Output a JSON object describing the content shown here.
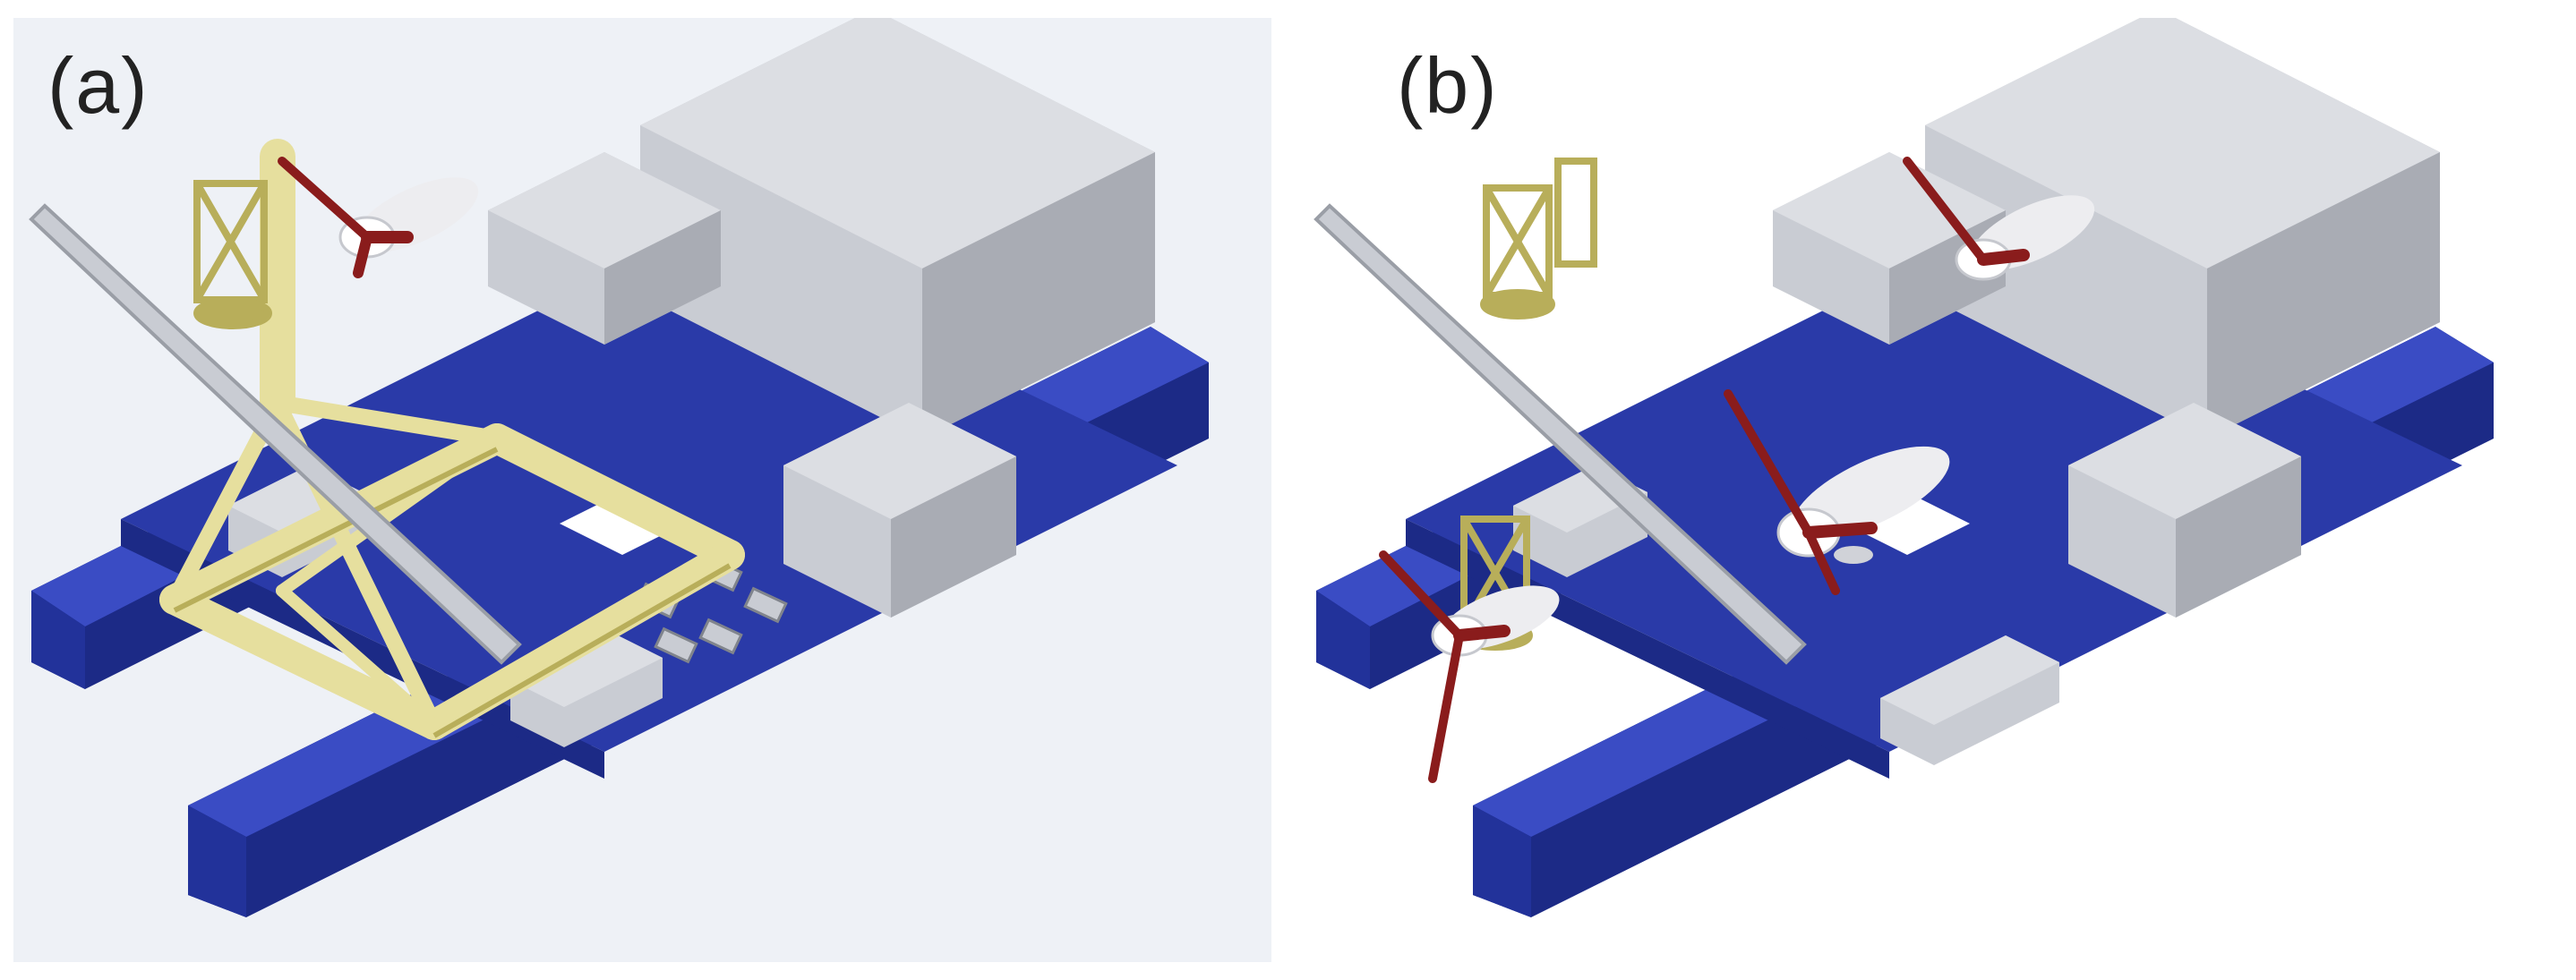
{
  "panels": [
    {
      "id": "a",
      "label": "(a)"
    },
    {
      "id": "b",
      "label": "(b)"
    }
  ],
  "colors": {
    "hull": "#2a3aa8",
    "hull_dark": "#1c2a86",
    "hull_light": "#3a4cc4",
    "deck_structure": "#c9ccd3",
    "deck_structure_top": "#dcdee3",
    "deck_structure_side": "#a9acb4",
    "frame_yellow": "#e6df9e",
    "frame_yellow_dark": "#b8ae5a",
    "rotor_red": "#8a1c1c",
    "nacelle_white": "#ededf0"
  }
}
